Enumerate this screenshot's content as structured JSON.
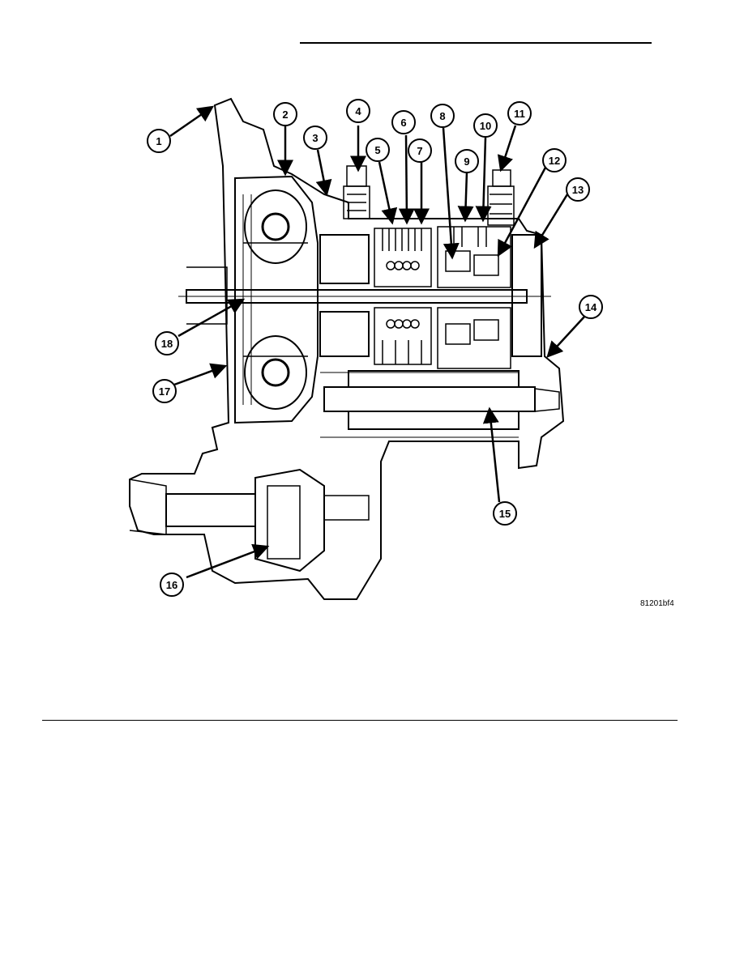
{
  "figure": {
    "id": "81201bf4",
    "callouts": [
      "1",
      "2",
      "3",
      "4",
      "5",
      "6",
      "7",
      "8",
      "9",
      "10",
      "11",
      "12",
      "13",
      "14",
      "15",
      "16",
      "17",
      "18"
    ]
  },
  "colors": {
    "ink": "#000000",
    "paper": "#ffffff"
  }
}
